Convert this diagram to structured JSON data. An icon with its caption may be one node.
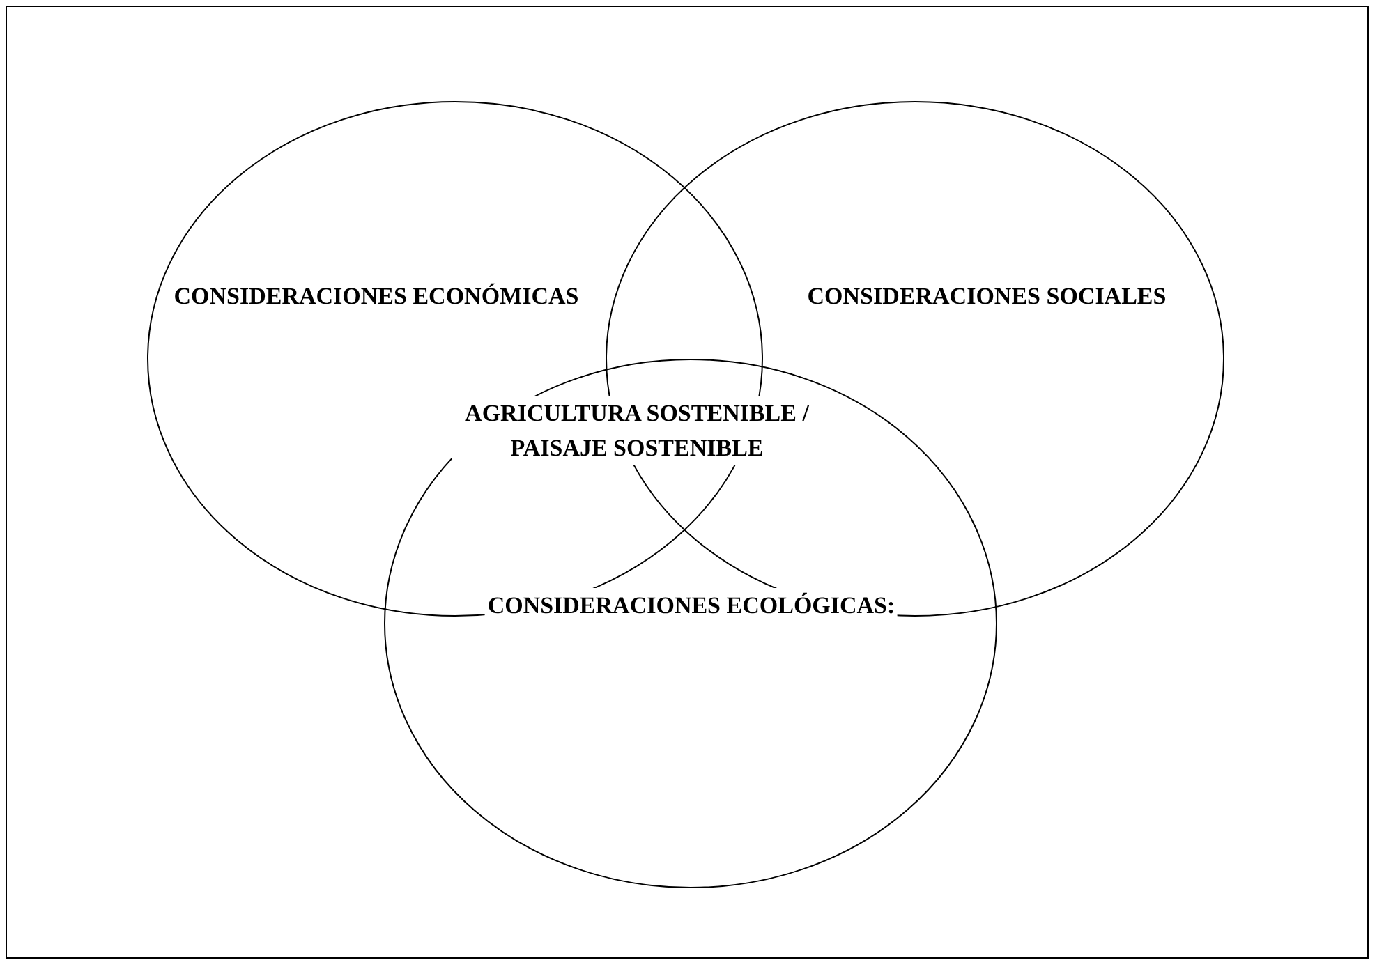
{
  "diagram": {
    "nodes": [
      {
        "text": [
          "CONSIDERACIONES ECONÓMICAS"
        ]
      },
      {
        "text": [
          "CONSIDERACIONES SOCIALES"
        ]
      },
      {
        "text": [
          "CONSIDERACIONES ECOLÓGICAS:"
        ]
      }
    ],
    "labels": [
      "AGRICULTURA SOSTENIBLE / PAISAJE SOSTENIBLE"
    ]
  }
}
